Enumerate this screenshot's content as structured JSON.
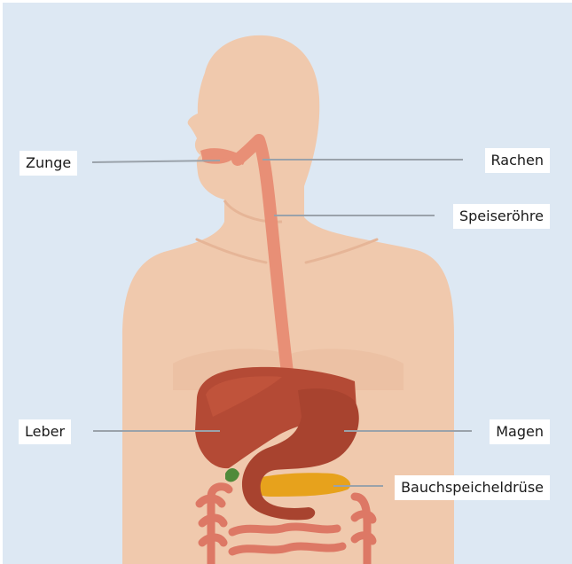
{
  "labels": {
    "tongue": "Zunge",
    "pharynx": "Rachen",
    "esophagus": "Speiseröhre",
    "liver": "Leber",
    "stomach": "Magen",
    "pancreas": "Bauchspeicheldrüse"
  },
  "colors": {
    "background": "#dde8f3",
    "skin": "#f0c9ad",
    "skin_shadow": "#e6b597",
    "esophagus": "#e88f76",
    "liver": "#b44a35",
    "stomach": "#a8432f",
    "pancreas": "#e7a21c",
    "intestine": "#dd7865",
    "leader_line": "#9aa2aa"
  }
}
